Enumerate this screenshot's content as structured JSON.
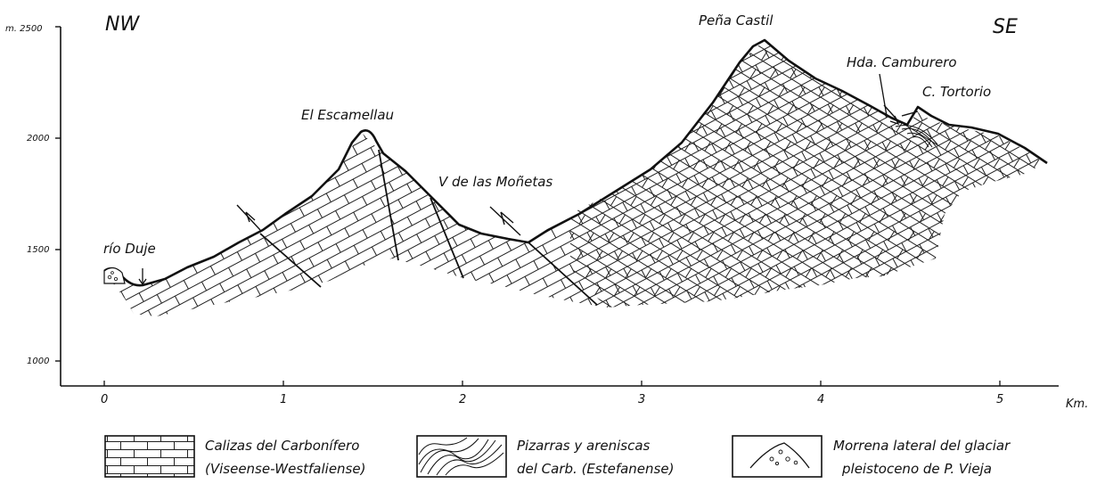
{
  "y_axis": {
    "unit_label": "m. 2500",
    "ticks": [
      "2000",
      "1500",
      "1000"
    ]
  },
  "x_axis": {
    "ticks": [
      "0",
      "1",
      "2",
      "3",
      "4",
      "5"
    ],
    "unit_label": "Km."
  },
  "orientation": {
    "left": "NW",
    "right": "SE"
  },
  "places": {
    "rio_duje": "río Duje",
    "el_escamellau": "El Escamellau",
    "v_monetas": "V de las Moñetas",
    "pena_castil": "Peña Castil",
    "hda_camburero": "Hda. Camburero",
    "c_tortorio": "C. Tortorio"
  },
  "legend": [
    {
      "line1": "Calizas del Carbonífero",
      "line2": "(Viseense-Westfaliense)",
      "icon": "limestone-brick-icon"
    },
    {
      "line1": "Pizarras y areniscas",
      "line2": "del Carb. (Estefanense)",
      "icon": "folded-shale-icon"
    },
    {
      "line1": "Morrena lateral del glaciar",
      "line2": "pleistoceno de P. Vieja",
      "icon": "moraine-icon"
    }
  ]
}
